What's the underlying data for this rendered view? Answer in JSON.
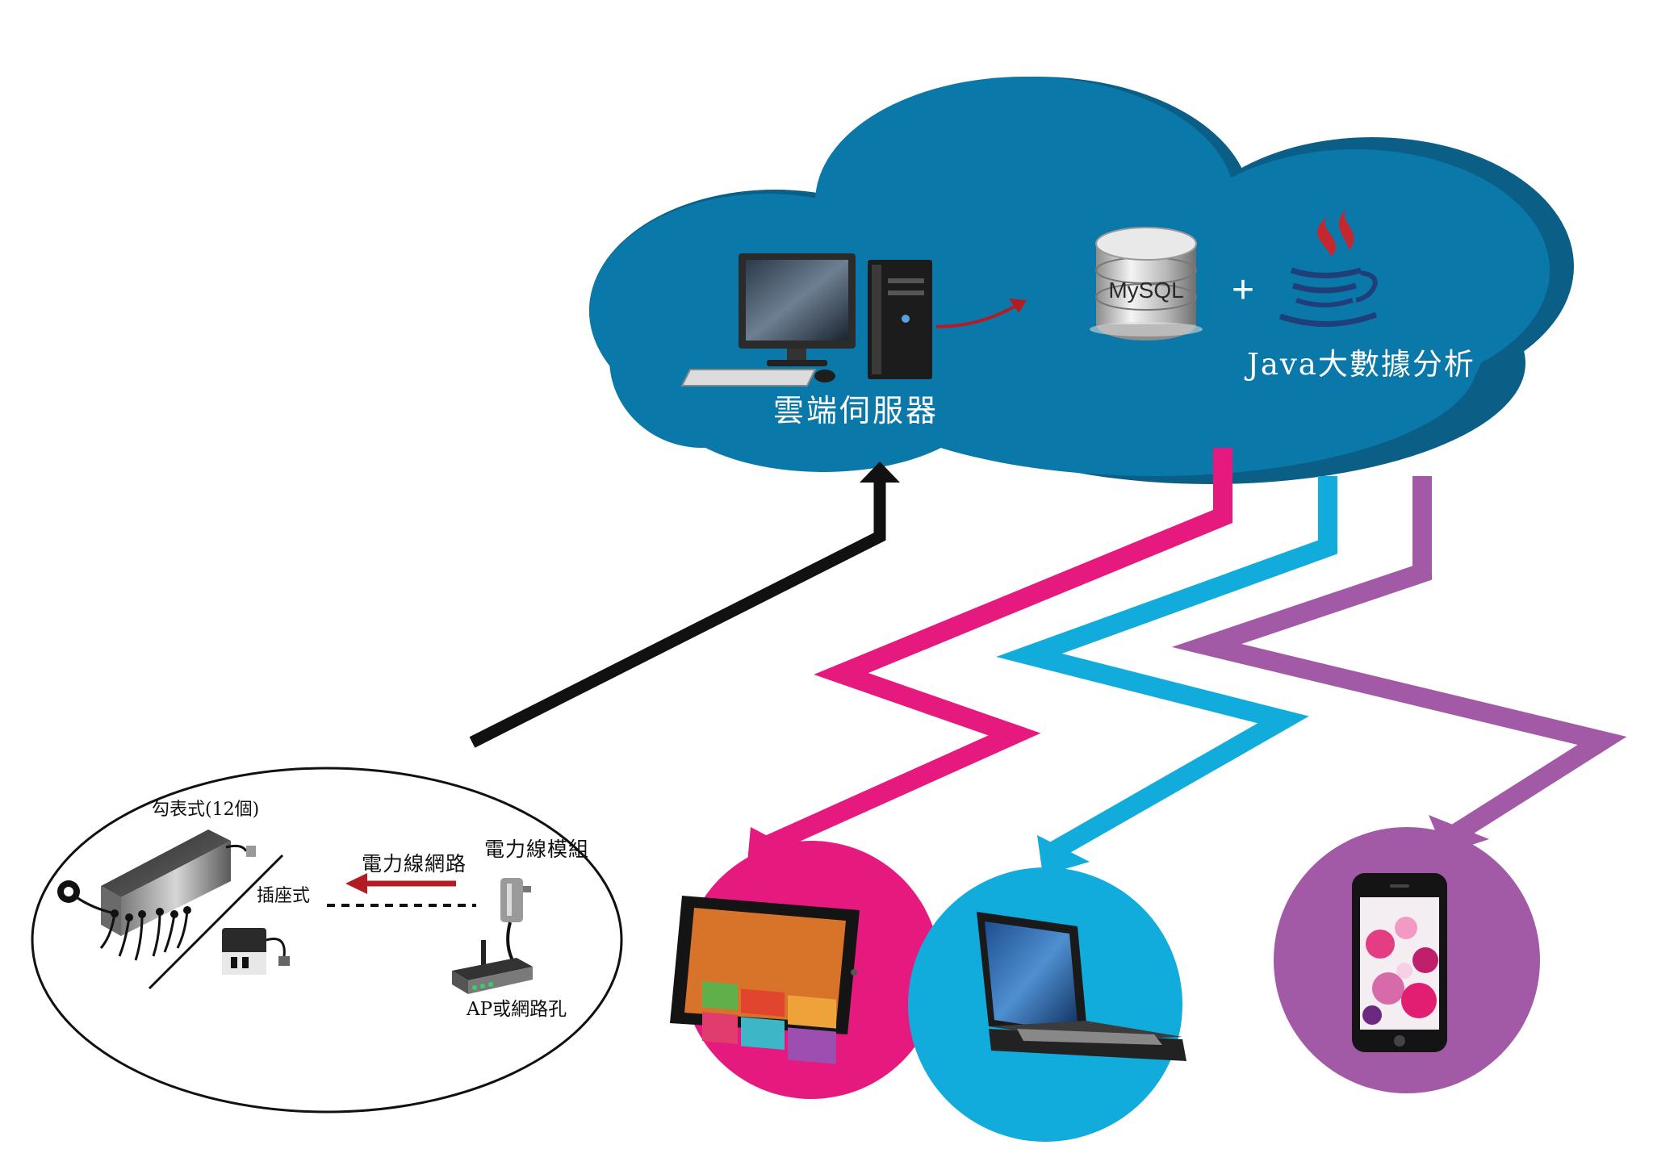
{
  "labels": {
    "cloud_server": "雲端伺服器",
    "mysql": "MySQL",
    "plus": "+",
    "java_analysis": "Java大數據分析",
    "meter_type": "勾表式(12個)",
    "socket_type": "插座式",
    "plc_network": "電力線網路",
    "plc_module": "電力線模組",
    "ap_port": "AP或網路孔"
  },
  "colors": {
    "cloud": "#0a78a8",
    "cloud_shadow": "#0b5f86",
    "upload_arrow": "#111111",
    "magenta": "#e6197e",
    "cyan": "#11acdc",
    "purple": "#a25aa6",
    "red_arrow": "#b31c23"
  },
  "icons": [
    "desktop-computer-icon",
    "mysql-database-icon",
    "java-logo-icon",
    "tablet-icon",
    "laptop-icon",
    "smartphone-icon",
    "power-meter-icon",
    "socket-plug-icon",
    "plc-module-icon",
    "router-icon"
  ]
}
